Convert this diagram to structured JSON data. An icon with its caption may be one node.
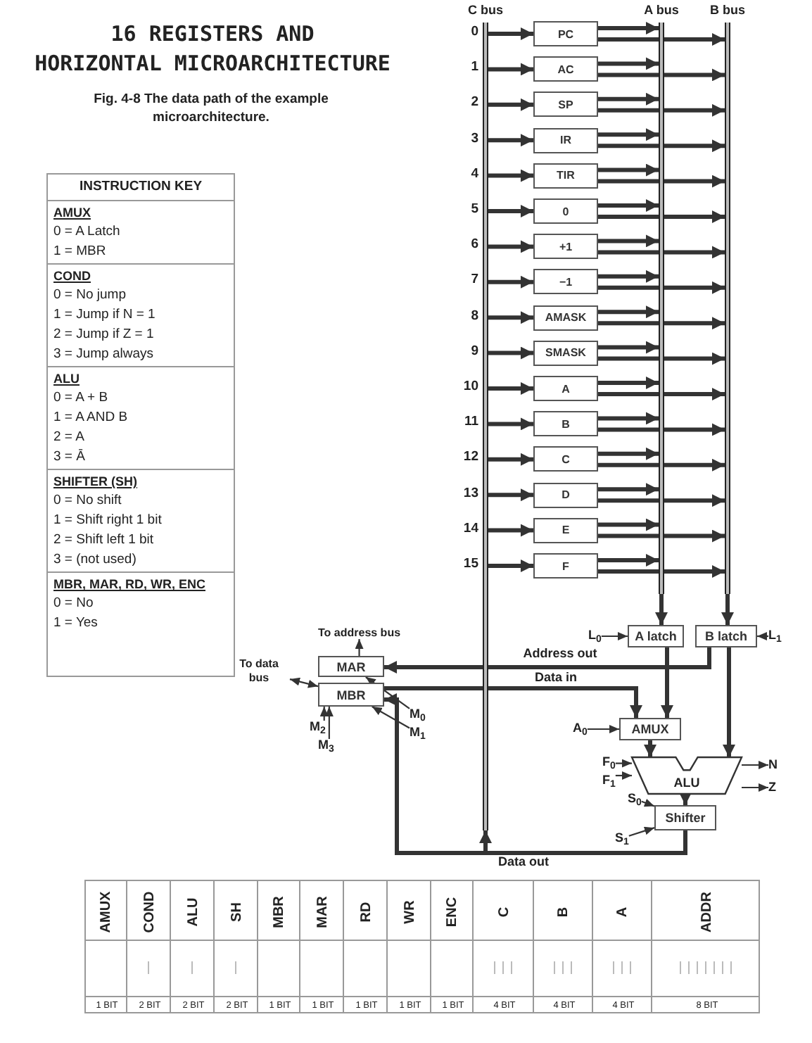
{
  "diagram": {
    "title": "16 REGISTERS AND HORIZONTAL MICROARCHITECTURE",
    "caption": "Fig. 4-8 The data path of the example microarchitecture.",
    "nodes": [
      {
        "text": [
          "C bus"
        ]
      },
      {
        "text": [
          "A bus"
        ]
      },
      {
        "text": [
          "B bus"
        ]
      },
      {
        "text": [
          "PC"
        ]
      },
      {
        "text": [
          "AC"
        ]
      },
      {
        "text": [
          "SP"
        ]
      },
      {
        "text": [
          "IR"
        ]
      },
      {
        "text": [
          "TIR"
        ]
      },
      {
        "text": [
          "0"
        ]
      },
      {
        "text": [
          "+1"
        ]
      },
      {
        "text": [
          "−1"
        ]
      },
      {
        "text": [
          "AMASK"
        ]
      },
      {
        "text": [
          "SMASK"
        ]
      },
      {
        "text": [
          "A"
        ]
      },
      {
        "text": [
          "B"
        ]
      },
      {
        "text": [
          "C"
        ]
      },
      {
        "text": [
          "D"
        ]
      },
      {
        "text": [
          "E"
        ]
      },
      {
        "text": [
          "F"
        ]
      },
      {
        "text": [
          "L$_{0}$"
        ]
      },
      {
        "text": [
          "A latch"
        ]
      },
      {
        "text": [
          "B latch"
        ]
      },
      {
        "text": [
          "L$_{1}$"
        ]
      },
      {
        "text": [
          "To address bus"
        ]
      },
      {
        "text": [
          "To data bus"
        ]
      },
      {
        "text": [
          "MAR"
        ]
      },
      {
        "text": [
          "MBR"
        ]
      },
      {
        "text": [
          "M$_{0}$"
        ]
      },
      {
        "text": [
          "M$_{1}$"
        ]
      },
      {
        "text": [
          "M$_{2}$"
        ]
      },
      {
        "text": [
          "M$_{3}$"
        ]
      },
      {
        "text": [
          "A$_{0}$"
        ]
      },
      {
        "text": [
          "AMUX"
        ]
      },
      {
        "text": [
          "F$_{0}$"
        ]
      },
      {
        "text": [
          "F$_{1}$"
        ]
      },
      {
        "text": [
          "ALU"
        ]
      },
      {
        "text": [
          "N"
        ]
      },
      {
        "text": [
          "Z"
        ]
      },
      {
        "text": [
          "S$_{0}$"
        ]
      },
      {
        "text": [
          "S$_{1}$"
        ]
      },
      {
        "text": [
          "Shifter"
        ]
      }
    ],
    "edges": [
      {
        "from": 0,
        "to": 3,
        "arrow": "to"
      },
      {
        "from": 0,
        "to": 4,
        "arrow": "to"
      },
      {
        "from": 0,
        "to": 5,
        "arrow": "to"
      },
      {
        "from": 0,
        "to": 6,
        "arrow": "to"
      },
      {
        "from": 0,
        "to": 7,
        "arrow": "to"
      },
      {
        "from": 0,
        "to": 8,
        "arrow": "to"
      },
      {
        "from": 0,
        "to": 9,
        "arrow": "to"
      },
      {
        "from": 0,
        "to": 10,
        "arrow": "to"
      },
      {
        "from": 0,
        "to": 11,
        "arrow": "to"
      },
      {
        "from": 0,
        "to": 12,
        "arrow": "to"
      },
      {
        "from": 0,
        "to": 13,
        "arrow": "to"
      },
      {
        "from": 0,
        "to": 14,
        "arrow": "to"
      },
      {
        "from": 0,
        "to": 15,
        "arrow": "to"
      },
      {
        "from": 0,
        "to": 16,
        "arrow": "to"
      },
      {
        "from": 0,
        "to": 17,
        "arrow": "to"
      },
      {
        "from": 0,
        "to": 18,
        "arrow": "to"
      },
      {
        "from": 3,
        "to": 1,
        "arrow": "to"
      },
      {
        "from": 4,
        "to": 1,
        "arrow": "to"
      },
      {
        "from": 5,
        "to": 1,
        "arrow": "to"
      },
      {
        "from": 6,
        "to": 1,
        "arrow": "to"
      },
      {
        "from": 7,
        "to": 1,
        "arrow": "to"
      },
      {
        "from": 8,
        "to": 1,
        "arrow": "to"
      },
      {
        "from": 9,
        "to": 1,
        "arrow": "to"
      },
      {
        "from": 10,
        "to": 1,
        "arrow": "to"
      },
      {
        "from": 11,
        "to": 1,
        "arrow": "to"
      },
      {
        "from": 12,
        "to": 1,
        "arrow": "to"
      },
      {
        "from": 13,
        "to": 1,
        "arrow": "to"
      },
      {
        "from": 14,
        "to": 1,
        "arrow": "to"
      },
      {
        "from": 15,
        "to": 1,
        "arrow": "to"
      },
      {
        "from": 16,
        "to": 1,
        "arrow": "to"
      },
      {
        "from": 17,
        "to": 1,
        "arrow": "to"
      },
      {
        "from": 18,
        "to": 1,
        "arrow": "to"
      },
      {
        "from": 3,
        "to": 2,
        "arrow": "to"
      },
      {
        "from": 4,
        "to": 2,
        "arrow": "to"
      },
      {
        "from": 5,
        "to": 2,
        "arrow": "to"
      },
      {
        "from": 6,
        "to": 2,
        "arrow": "to"
      },
      {
        "from": 7,
        "to": 2,
        "arrow": "to"
      },
      {
        "from": 8,
        "to": 2,
        "arrow": "to"
      },
      {
        "from": 9,
        "to": 2,
        "arrow": "to"
      },
      {
        "from": 10,
        "to": 2,
        "arrow": "to"
      },
      {
        "from": 11,
        "to": 2,
        "arrow": "to"
      },
      {
        "from": 12,
        "to": 2,
        "arrow": "to"
      },
      {
        "from": 13,
        "to": 2,
        "arrow": "to"
      },
      {
        "from": 14,
        "to": 2,
        "arrow": "to"
      },
      {
        "from": 15,
        "to": 2,
        "arrow": "to"
      },
      {
        "from": 16,
        "to": 2,
        "arrow": "to"
      },
      {
        "from": 17,
        "to": 2,
        "arrow": "to"
      },
      {
        "from": 18,
        "to": 2,
        "arrow": "to"
      },
      {
        "from": 1,
        "to": 20,
        "arrow": "to"
      },
      {
        "from": 2,
        "to": 21,
        "arrow": "to"
      },
      {
        "from": 20,
        "to": 32,
        "arrow": "to"
      },
      {
        "from": 26,
        "to": 32,
        "arrow": "to",
        "label": "Data in"
      },
      {
        "from": 21,
        "to": 35,
        "arrow": "to"
      },
      {
        "from": 21,
        "to": 25,
        "arrow": "to",
        "label": "Address out"
      },
      {
        "from": 32,
        "to": 35,
        "arrow": "to"
      },
      {
        "from": 35,
        "to": 40,
        "arrow": "to"
      },
      {
        "from": 40,
        "to": 0,
        "arrow": "to"
      },
      {
        "from": 40,
        "to": 26,
        "arrow": "to",
        "label": "Data out"
      },
      {
        "from": 25,
        "to": 23,
        "arrow": "to"
      },
      {
        "from": 26,
        "to": 24,
        "arrow": "both"
      },
      {
        "from": 19,
        "to": 20,
        "arrow": "to"
      },
      {
        "from": 22,
        "to": 21,
        "arrow": "to"
      },
      {
        "from": 27,
        "to": 25,
        "arrow": "to"
      },
      {
        "from": 28,
        "to": 26,
        "arrow": "to"
      },
      {
        "from": 29,
        "to": 26,
        "arrow": "to"
      },
      {
        "from": 30,
        "to": 26,
        "arrow": "to"
      },
      {
        "from": 31,
        "to": 32,
        "arrow": "to"
      },
      {
        "from": 33,
        "to": 35,
        "arrow": "to"
      },
      {
        "from": 34,
        "to": 35,
        "arrow": "to"
      },
      {
        "from": 35,
        "to": 36,
        "arrow": "to"
      },
      {
        "from": 35,
        "to": 37,
        "arrow": "to"
      },
      {
        "from": 38,
        "to": 40,
        "arrow": "to"
      },
      {
        "from": 39,
        "to": 40,
        "arrow": "to"
      }
    ],
    "labels": [
      "INSTRUCTION KEY",
      "AMUX",
      "0 = A Latch",
      "1 = MBR",
      "COND",
      "0 = No jump",
      "1 = Jump if N = 1",
      "2 = Jump if Z = 1",
      "3 = Jump always",
      "ALU",
      "0 = A + B",
      "1 = A AND B",
      "2 = A",
      "3 = Ā",
      "SHIFTER (SH)",
      "0 = No shift",
      "1 = Shift right 1 bit",
      "2 = Shift left 1 bit",
      "3 = (not used)",
      "MBR, MAR, RD, WR, ENC",
      "0 = No",
      "1 = Yes",
      "0",
      "1",
      "2",
      "3",
      "4",
      "5",
      "6",
      "7",
      "8",
      "9",
      "10",
      "11",
      "12",
      "13",
      "14",
      "15",
      "AMUX",
      "COND",
      "ALU",
      "SH",
      "MBR",
      "MAR",
      "RD",
      "WR",
      "ENC",
      "C",
      "B",
      "A",
      "ADDR",
      "1 BIT",
      "2 BIT",
      "2 BIT",
      "2 BIT",
      "1 BIT",
      "1 BIT",
      "1 BIT",
      "1 BIT",
      "1 BIT",
      "4 BIT",
      "4 BIT",
      "4 BIT",
      "8 BIT"
    ]
  }
}
